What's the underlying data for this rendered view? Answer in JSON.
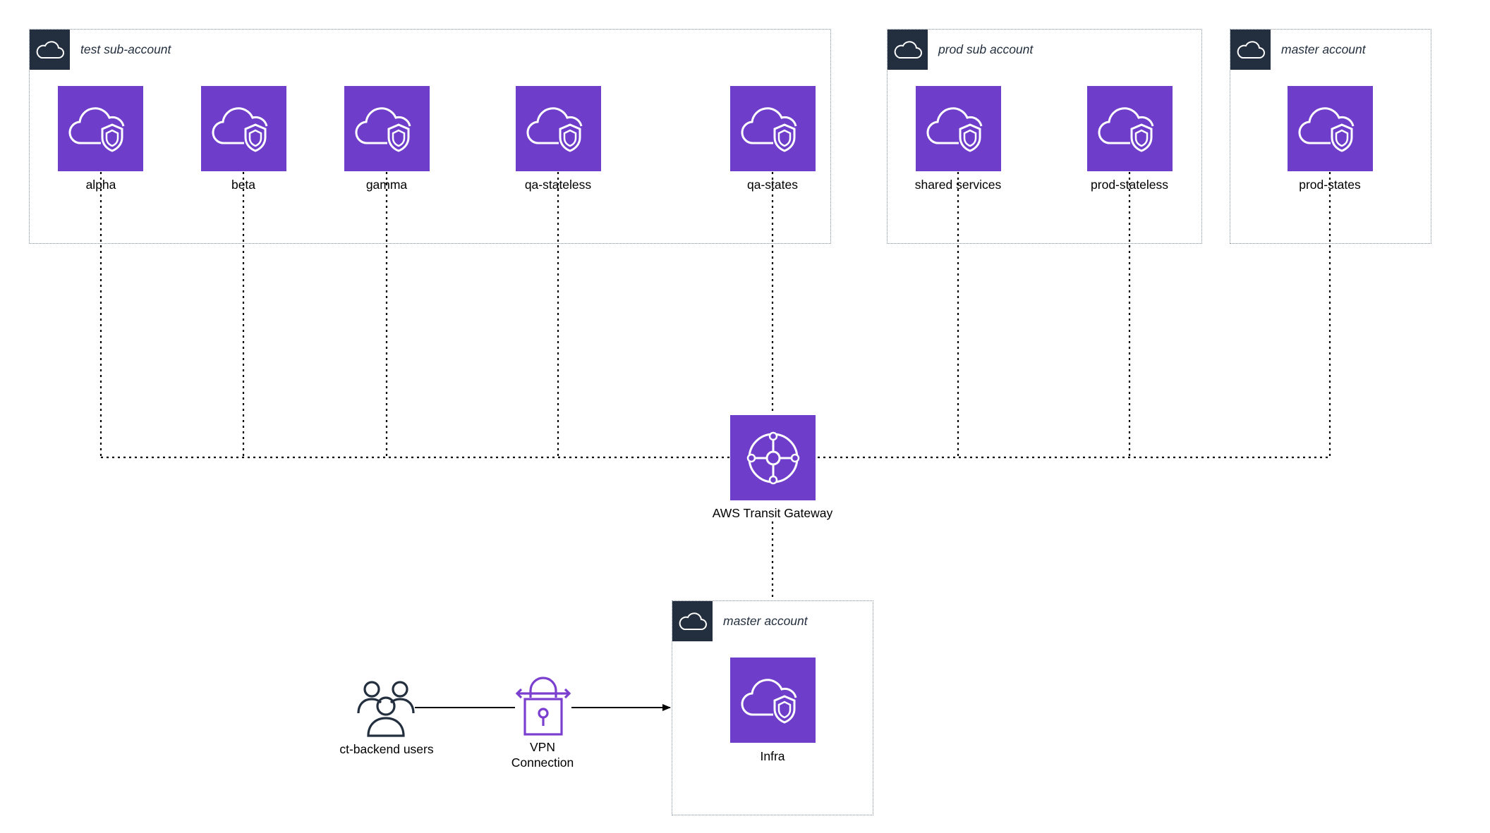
{
  "colors": {
    "vpc_tile": "#6e3ecb",
    "group_tag": "#232f3e",
    "group_border": "#7d8998",
    "vpn_icon": "#7b3fcf",
    "users_icon": "#232f3e",
    "line": "#000000"
  },
  "icons": {
    "vpc": "vpc-cloud-shield-icon",
    "group": "cloud-icon",
    "transit": "transit-gateway-icon",
    "users": "users-icon",
    "vpn": "vpn-lock-icon"
  },
  "groups": {
    "test": {
      "label": "test sub-account"
    },
    "prod": {
      "label": "prod sub account"
    },
    "master_top": {
      "label": "master account"
    },
    "master_bottom": {
      "label": "master account"
    }
  },
  "vpcs": {
    "alpha": {
      "label": "alpha"
    },
    "beta": {
      "label": "beta"
    },
    "gamma": {
      "label": "gamma"
    },
    "qa_stateless": {
      "label": "qa-stateless"
    },
    "qa_states": {
      "label": "qa-states"
    },
    "shared_services": {
      "label": "shared services"
    },
    "prod_stateless": {
      "label": "prod-stateless"
    },
    "prod_states": {
      "label": "prod-states"
    },
    "infra": {
      "label": "Infra"
    }
  },
  "transit_gateway": {
    "label": "AWS Transit Gateway"
  },
  "users": {
    "label": "ct-backend users"
  },
  "vpn": {
    "line1": "VPN",
    "line2": "Connection"
  }
}
